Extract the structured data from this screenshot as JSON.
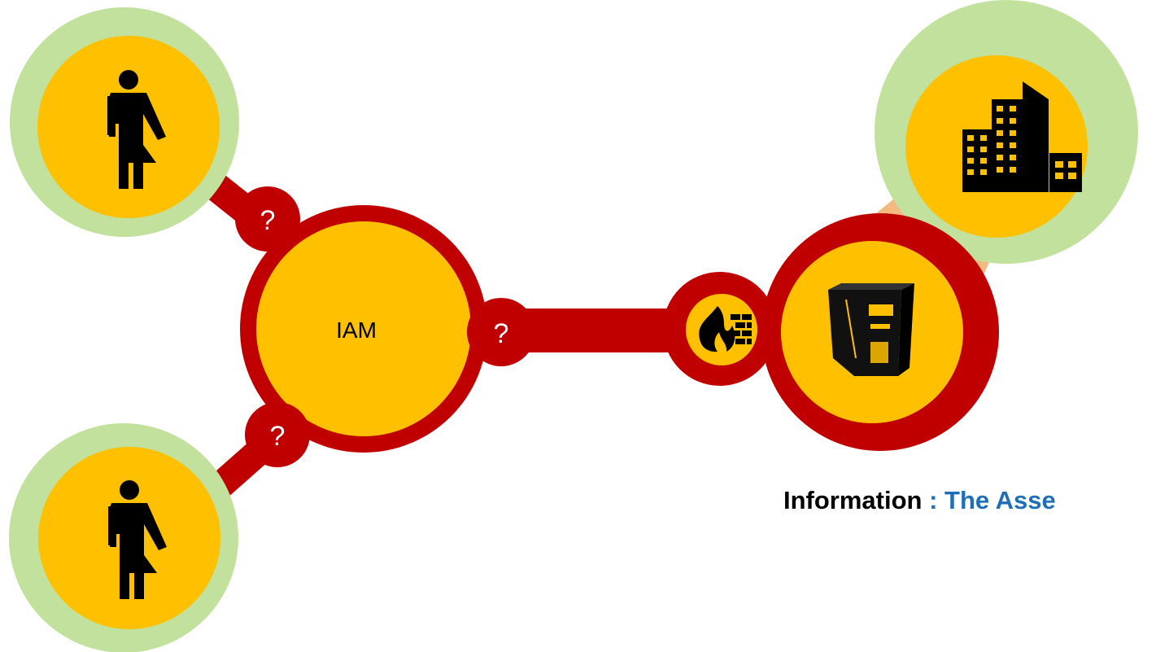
{
  "colors": {
    "ring_green": "#c2e19d",
    "node_yellow": "#ffc000",
    "link_red": "#c00000",
    "beam_orange": "#f4b97f",
    "text_blue": "#1f6fb8",
    "icon_black": "#000000"
  },
  "nodes": {
    "iam": {
      "label": "IAM"
    },
    "user_top": {
      "icon": "all-gender-person-icon"
    },
    "user_bottom": {
      "icon": "all-gender-person-icon"
    },
    "firewall": {
      "icon": "firewall-icon"
    },
    "server": {
      "icon": "server-tower-icon"
    },
    "organization": {
      "icon": "office-buildings-icon"
    }
  },
  "links": {
    "user_top_to_iam": {
      "label": "?"
    },
    "user_bottom_to_iam": {
      "label": "?"
    },
    "iam_to_firewall": {
      "label": "?"
    }
  },
  "info": {
    "label": "Information",
    "value": " : The Asse"
  }
}
